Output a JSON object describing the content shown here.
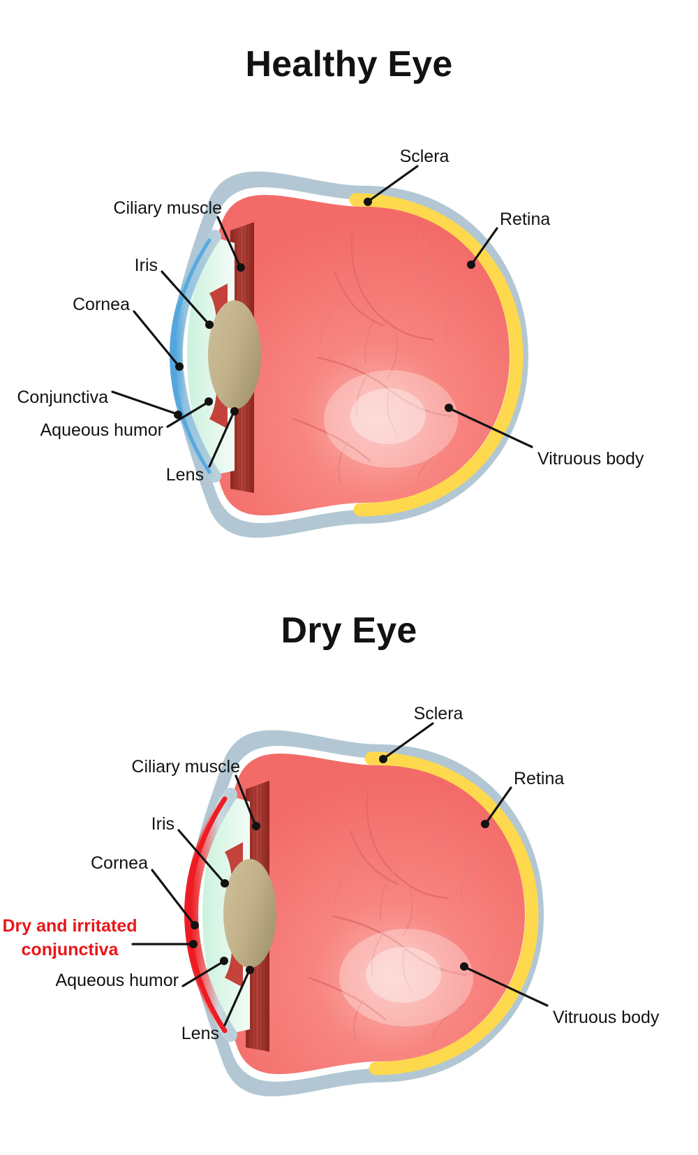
{
  "document": {
    "kind": "medical-illustration",
    "subject": "Human eye cross-section comparison"
  },
  "colors": {
    "sclera": "#a9c0cd",
    "retina": "#ffd94d",
    "vitreous": "#f4706d",
    "vitreous_light": "#f79a95",
    "lens": "#c4b48c",
    "lens_shadow": "#a99b74",
    "ciliary": "#a33128",
    "ciliary_dark": "#7e211c",
    "iris": "#c4423a",
    "aqueous": "#d7f3e2",
    "cornea_healthy": "#54a7dd",
    "cornea_dry": "#ed1c24",
    "label_text": "#121212",
    "label_alert": "#e8161a",
    "background": "#ffffff",
    "leader_line": "#121212"
  },
  "panels": [
    {
      "id": "healthy",
      "title": "Healthy Eye",
      "labels": [
        {
          "key": "sclera",
          "text": "Sclera",
          "align": "middle",
          "style": "normal"
        },
        {
          "key": "retina",
          "text": "Retina",
          "align": "start",
          "style": "normal"
        },
        {
          "key": "ciliary",
          "text": "Ciliary muscle",
          "align": "end",
          "style": "normal"
        },
        {
          "key": "iris",
          "text": "Iris",
          "align": "end",
          "style": "normal"
        },
        {
          "key": "cornea",
          "text": "Cornea",
          "align": "end",
          "style": "normal"
        },
        {
          "key": "conjunctiva",
          "text": "Conjunctiva",
          "align": "end",
          "style": "normal"
        },
        {
          "key": "aqueous",
          "text": "Aqueous humor",
          "align": "end",
          "style": "normal"
        },
        {
          "key": "lens",
          "text": "Lens",
          "align": "end",
          "style": "normal"
        },
        {
          "key": "vitreous",
          "text": "Vitruous body",
          "align": "start",
          "style": "normal"
        }
      ]
    },
    {
      "id": "dry",
      "title": "Dry Eye",
      "labels": [
        {
          "key": "sclera",
          "text": "Sclera",
          "align": "middle",
          "style": "normal"
        },
        {
          "key": "retina",
          "text": "Retina",
          "align": "start",
          "style": "normal"
        },
        {
          "key": "ciliary",
          "text": "Ciliary muscle",
          "align": "end",
          "style": "normal"
        },
        {
          "key": "iris",
          "text": "Iris",
          "align": "end",
          "style": "normal"
        },
        {
          "key": "cornea",
          "text": "Cornea",
          "align": "end",
          "style": "normal"
        },
        {
          "key": "conjunctiva_line1",
          "text": "Dry and irritated",
          "align": "middle",
          "style": "alert"
        },
        {
          "key": "conjunctiva_line2",
          "text": "conjunctiva",
          "align": "middle",
          "style": "alert"
        },
        {
          "key": "aqueous",
          "text": "Aqueous humor",
          "align": "end",
          "style": "normal"
        },
        {
          "key": "lens",
          "text": "Lens",
          "align": "end",
          "style": "normal"
        },
        {
          "key": "vitreous",
          "text": "Vitruous body",
          "align": "start",
          "style": "normal"
        }
      ]
    }
  ],
  "healthy": {
    "title": "Healthy Eye",
    "sclera": "Sclera",
    "retina": "Retina",
    "ciliary": "Ciliary muscle",
    "iris": "Iris",
    "cornea": "Cornea",
    "conjunctiva": "Conjunctiva",
    "aqueous": "Aqueous humor",
    "lens": "Lens",
    "vitreous": "Vitruous body"
  },
  "dry": {
    "title": "Dry Eye",
    "sclera": "Sclera",
    "retina": "Retina",
    "ciliary": "Ciliary muscle",
    "iris": "Iris",
    "cornea": "Cornea",
    "conjunctiva_line1": "Dry and irritated",
    "conjunctiva_line2": "conjunctiva",
    "aqueous": "Aqueous humor",
    "lens": "Lens",
    "vitreous": "Vitruous body"
  }
}
